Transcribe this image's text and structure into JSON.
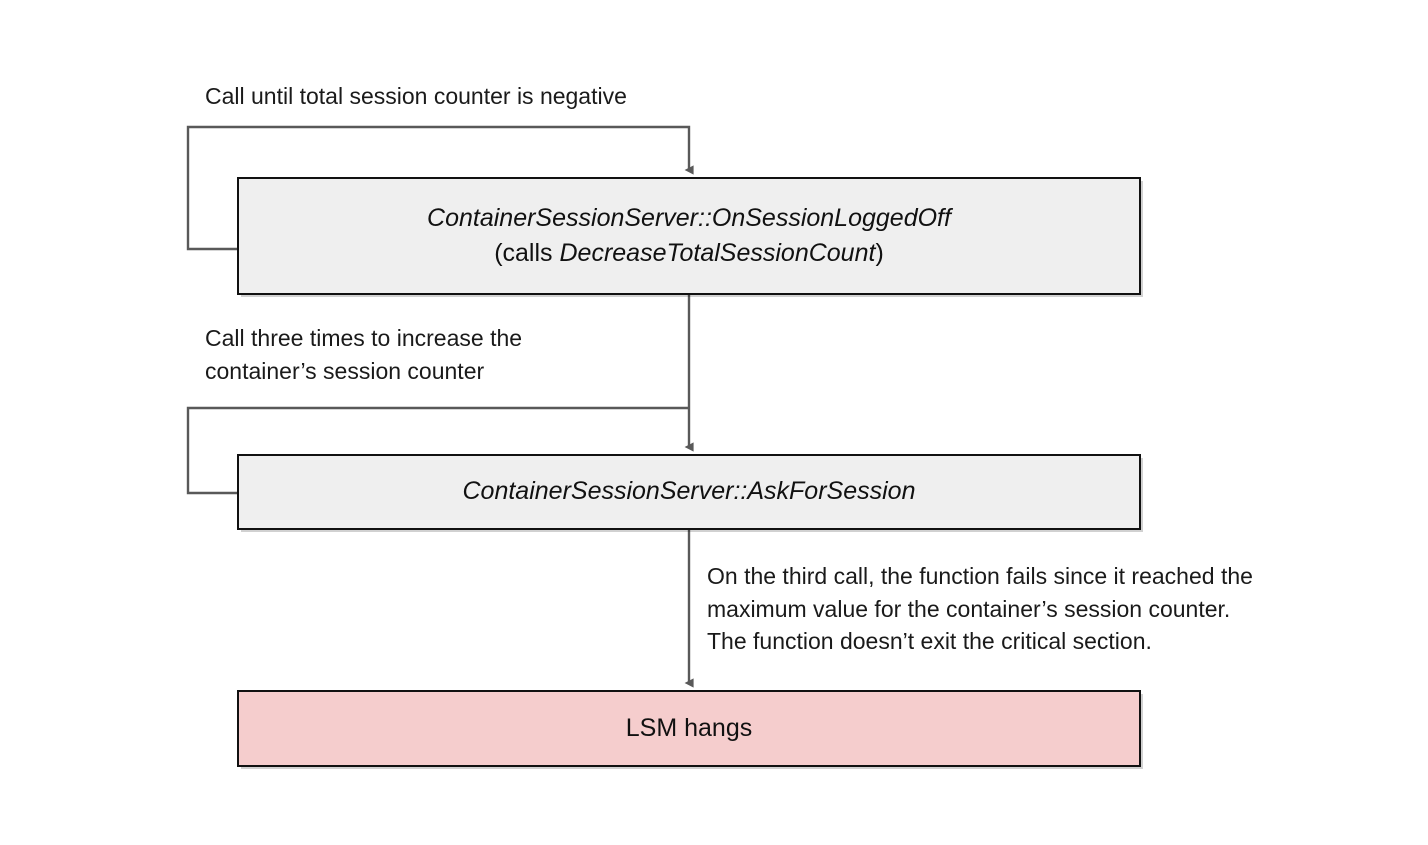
{
  "diagram": {
    "title_text": "Call until total session counter is negative",
    "nodes": [
      {
        "id": "on-session-logged-off",
        "line1": "ContainerSessionServer::OnSessionLoggedOff",
        "line2_prefix": "(calls ",
        "line2_code": "DecreaseTotalSessionCount",
        "line2_suffix": ")",
        "style": "process",
        "fill": "#efefef"
      },
      {
        "id": "ask-for-session",
        "line1": "ContainerSessionServer::AskForSession",
        "style": "process",
        "fill": "#efefef"
      },
      {
        "id": "lsm-hangs",
        "line1": "LSM hangs",
        "style": "terminal",
        "fill": "#f5cdcd"
      }
    ],
    "labels": {
      "loop_top": "Call until total session counter is negative",
      "loop_middle": "Call three times to increase the\ncontainer’s session counter",
      "failure_note": "On the third call, the function fails since it reached the\nmaximum value for the container’s session counter.\nThe function doesn’t exit the critical section."
    },
    "colors": {
      "process_fill": "#efefef",
      "terminal_fill": "#f5cdcd",
      "node_border": "#111111",
      "connector": "#595959",
      "text": "#1a1a1a",
      "background": "#ffffff"
    }
  }
}
